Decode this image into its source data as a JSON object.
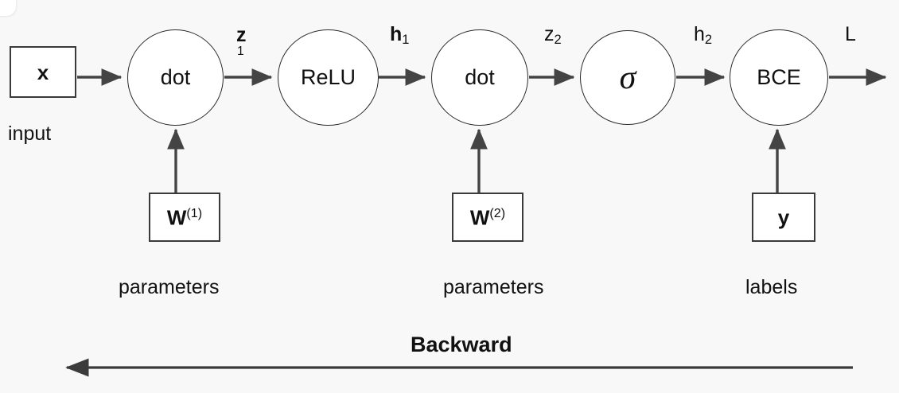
{
  "diagram": {
    "title_backward": "Backward",
    "background": "#f8f8f8",
    "stroke_color": "#444444",
    "nodes": {
      "input_box": {
        "label": "x",
        "caption": "input"
      },
      "dot1": {
        "label": "dot"
      },
      "relu": {
        "label": "ReLU"
      },
      "dot2": {
        "label": "dot"
      },
      "sigmoid": {
        "label": "σ"
      },
      "bce": {
        "label": "BCE"
      },
      "w1_box": {
        "label": "W",
        "superscript": "(1)",
        "caption": "parameters"
      },
      "w2_box": {
        "label": "W",
        "superscript": "(2)",
        "caption": "parameters"
      },
      "y_box": {
        "label": "y",
        "caption": "labels"
      }
    },
    "edge_labels": {
      "z1_base": "z",
      "z1_sub": "1",
      "h1_base": "h",
      "h1_sub": "1",
      "z2_base": "z",
      "z2_sub": "2",
      "h2_base": "h",
      "h2_sub": "2",
      "loss": "L"
    }
  }
}
